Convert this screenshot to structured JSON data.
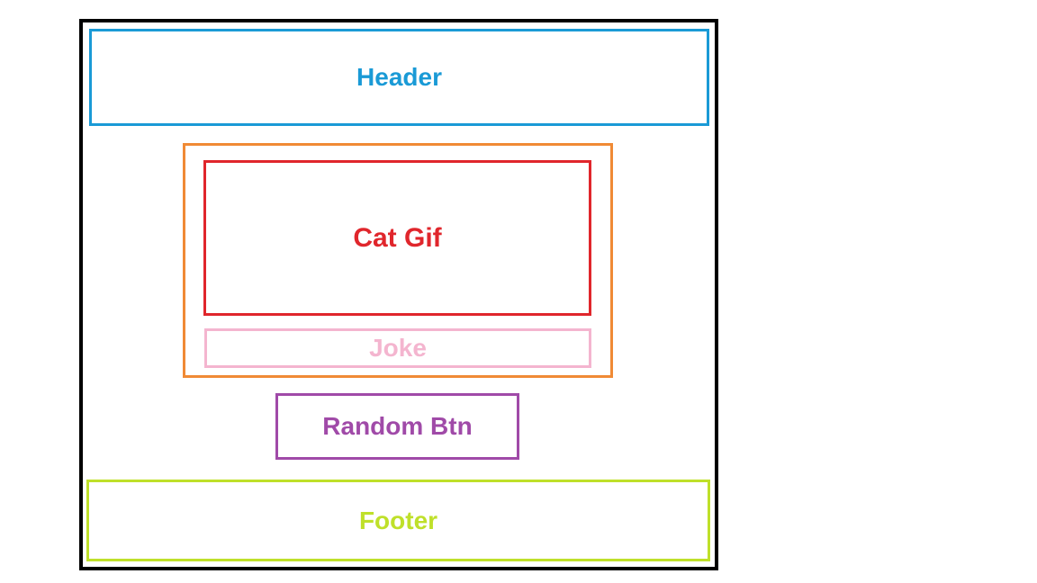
{
  "diagram": {
    "header": {
      "label": "Header",
      "color": "#1a9ad6"
    },
    "card": {
      "color": "#f08a35"
    },
    "cat_gif": {
      "label": "Cat Gif",
      "color": "#e0262c"
    },
    "joke": {
      "label": "Joke",
      "color": "#f4b5cf"
    },
    "random_btn": {
      "label": "Random Btn",
      "color": "#a04aa8"
    },
    "footer": {
      "label": "Footer",
      "color": "#bfe02a"
    },
    "frame_color": "#000000"
  }
}
